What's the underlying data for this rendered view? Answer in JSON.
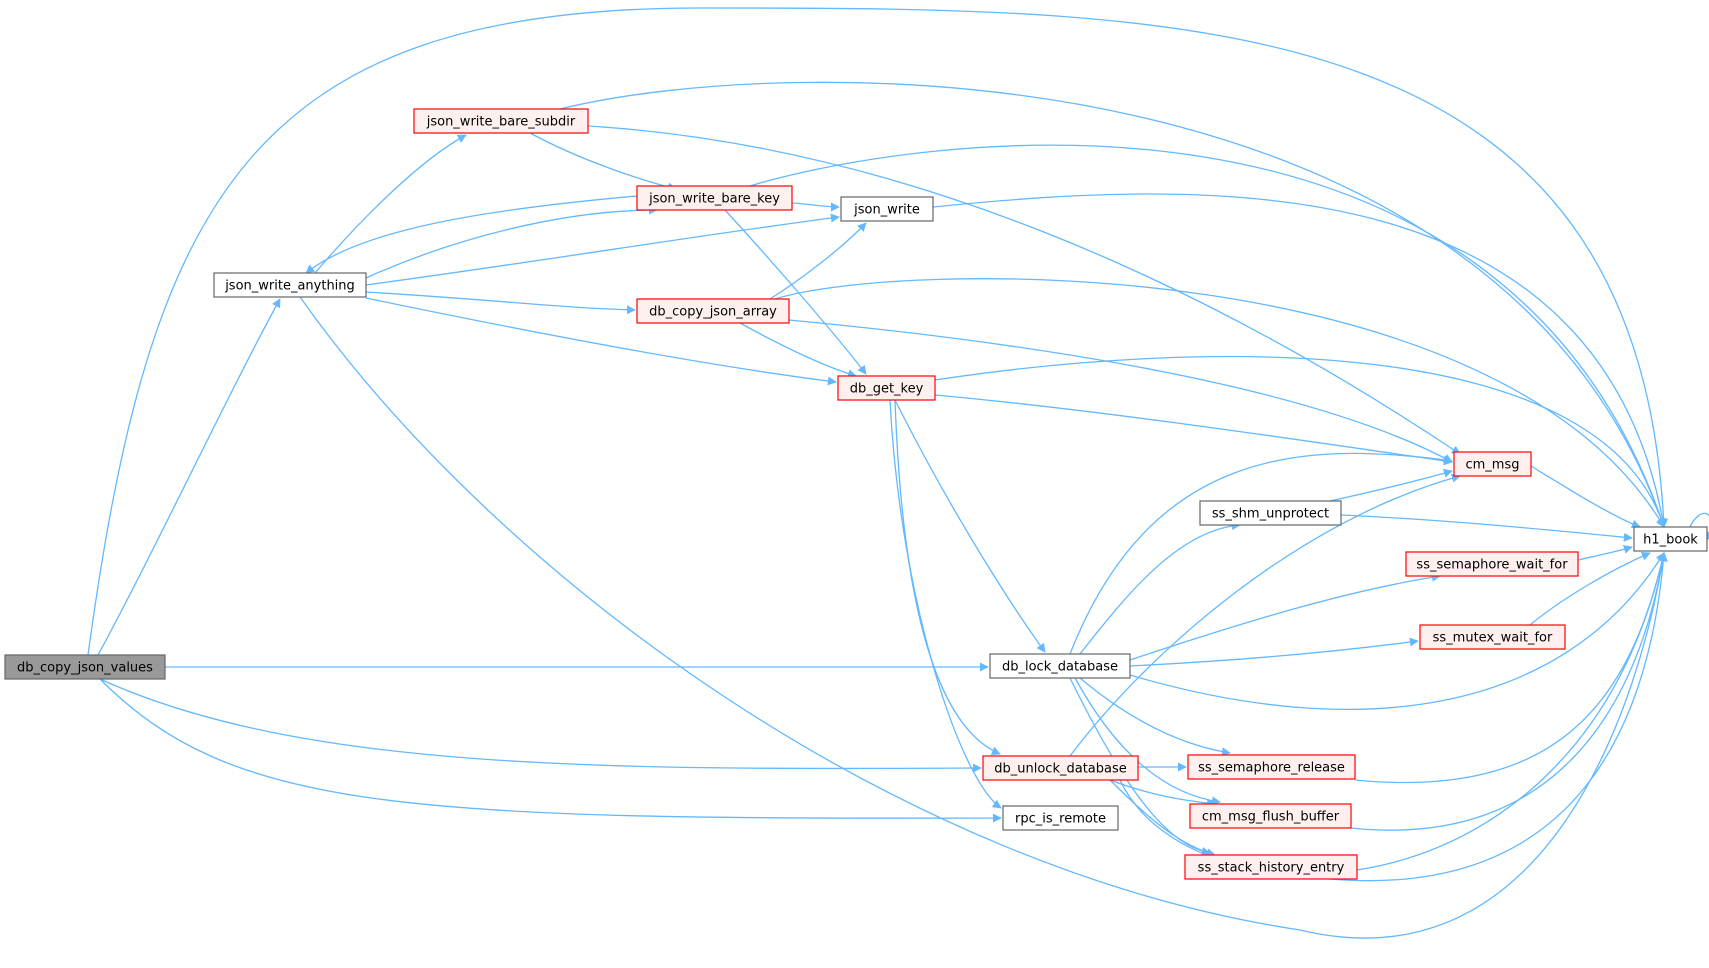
{
  "colors": {
    "edge": "#63b8ff",
    "border_red": "#ff0000",
    "border_gray": "#666666",
    "fill_root": "#999999",
    "fill_red": "#fff0f0",
    "fill_plain": "#ffffff"
  },
  "nodes": [
    {
      "id": "db_copy_json_values",
      "label": "db_copy_json_values",
      "style": "root"
    },
    {
      "id": "json_write_anything",
      "label": "json_write_anything",
      "style": "plain"
    },
    {
      "id": "json_write_bare_subdir",
      "label": "json_write_bare_subdir",
      "style": "red"
    },
    {
      "id": "json_write_bare_key",
      "label": "json_write_bare_key",
      "style": "red"
    },
    {
      "id": "json_write",
      "label": "json_write",
      "style": "plain"
    },
    {
      "id": "db_copy_json_array",
      "label": "db_copy_json_array",
      "style": "red"
    },
    {
      "id": "db_get_key",
      "label": "db_get_key",
      "style": "red"
    },
    {
      "id": "cm_msg",
      "label": "cm_msg",
      "style": "red"
    },
    {
      "id": "ss_shm_unprotect",
      "label": "ss_shm_unprotect",
      "style": "plain"
    },
    {
      "id": "h1_book",
      "label": "h1_book",
      "style": "plain"
    },
    {
      "id": "ss_semaphore_wait_for",
      "label": "ss_semaphore_wait_for",
      "style": "red"
    },
    {
      "id": "ss_mutex_wait_for",
      "label": "ss_mutex_wait_for",
      "style": "red"
    },
    {
      "id": "db_lock_database",
      "label": "db_lock_database",
      "style": "plain"
    },
    {
      "id": "db_unlock_database",
      "label": "db_unlock_database",
      "style": "red"
    },
    {
      "id": "ss_semaphore_release",
      "label": "ss_semaphore_release",
      "style": "red"
    },
    {
      "id": "rpc_is_remote",
      "label": "rpc_is_remote",
      "style": "plain"
    },
    {
      "id": "cm_msg_flush_buffer",
      "label": "cm_msg_flush_buffer",
      "style": "red"
    },
    {
      "id": "ss_stack_history_entry",
      "label": "ss_stack_history_entry",
      "style": "red"
    }
  ],
  "edges": [
    {
      "from": "db_copy_json_values",
      "to": "json_write_anything"
    },
    {
      "from": "db_copy_json_values",
      "to": "h1_book"
    },
    {
      "from": "db_copy_json_values",
      "to": "db_lock_database"
    },
    {
      "from": "db_copy_json_values",
      "to": "db_unlock_database"
    },
    {
      "from": "db_copy_json_values",
      "to": "rpc_is_remote"
    },
    {
      "from": "json_write_anything",
      "to": "json_write_bare_subdir"
    },
    {
      "from": "json_write_anything",
      "to": "json_write_bare_key"
    },
    {
      "from": "json_write_anything",
      "to": "json_write"
    },
    {
      "from": "json_write_anything",
      "to": "db_copy_json_array"
    },
    {
      "from": "json_write_anything",
      "to": "db_get_key"
    },
    {
      "from": "json_write_anything",
      "to": "h1_book"
    },
    {
      "from": "json_write_bare_subdir",
      "to": "json_write_bare_key"
    },
    {
      "from": "json_write_bare_subdir",
      "to": "cm_msg"
    },
    {
      "from": "json_write_bare_subdir",
      "to": "h1_book"
    },
    {
      "from": "json_write_bare_key",
      "to": "json_write_anything"
    },
    {
      "from": "json_write_bare_key",
      "to": "json_write"
    },
    {
      "from": "json_write_bare_key",
      "to": "db_get_key"
    },
    {
      "from": "json_write_bare_key",
      "to": "h1_book"
    },
    {
      "from": "json_write",
      "to": "h1_book"
    },
    {
      "from": "db_copy_json_array",
      "to": "json_write"
    },
    {
      "from": "db_copy_json_array",
      "to": "db_get_key"
    },
    {
      "from": "db_copy_json_array",
      "to": "cm_msg"
    },
    {
      "from": "db_copy_json_array",
      "to": "h1_book"
    },
    {
      "from": "db_get_key",
      "to": "cm_msg"
    },
    {
      "from": "db_get_key",
      "to": "h1_book"
    },
    {
      "from": "db_get_key",
      "to": "db_lock_database"
    },
    {
      "from": "db_get_key",
      "to": "db_unlock_database"
    },
    {
      "from": "db_get_key",
      "to": "rpc_is_remote"
    },
    {
      "from": "cm_msg",
      "to": "h1_book"
    },
    {
      "from": "ss_shm_unprotect",
      "to": "cm_msg"
    },
    {
      "from": "ss_shm_unprotect",
      "to": "h1_book"
    },
    {
      "from": "h1_book",
      "to": "h1_book"
    },
    {
      "from": "ss_semaphore_wait_for",
      "to": "h1_book"
    },
    {
      "from": "ss_mutex_wait_for",
      "to": "h1_book"
    },
    {
      "from": "db_lock_database",
      "to": "cm_msg"
    },
    {
      "from": "db_lock_database",
      "to": "ss_shm_unprotect"
    },
    {
      "from": "db_lock_database",
      "to": "ss_semaphore_wait_for"
    },
    {
      "from": "db_lock_database",
      "to": "ss_mutex_wait_for"
    },
    {
      "from": "db_lock_database",
      "to": "h1_book"
    },
    {
      "from": "db_lock_database",
      "to": "ss_semaphore_release"
    },
    {
      "from": "db_lock_database",
      "to": "cm_msg_flush_buffer"
    },
    {
      "from": "db_lock_database",
      "to": "ss_stack_history_entry"
    },
    {
      "from": "db_unlock_database",
      "to": "cm_msg"
    },
    {
      "from": "db_unlock_database",
      "to": "ss_semaphore_release"
    },
    {
      "from": "db_unlock_database",
      "to": "cm_msg_flush_buffer"
    },
    {
      "from": "db_unlock_database",
      "to": "ss_stack_history_entry"
    },
    {
      "from": "db_unlock_database",
      "to": "h1_book"
    },
    {
      "from": "ss_semaphore_release",
      "to": "h1_book"
    },
    {
      "from": "cm_msg_flush_buffer",
      "to": "h1_book"
    },
    {
      "from": "ss_stack_history_entry",
      "to": "h1_book"
    }
  ]
}
